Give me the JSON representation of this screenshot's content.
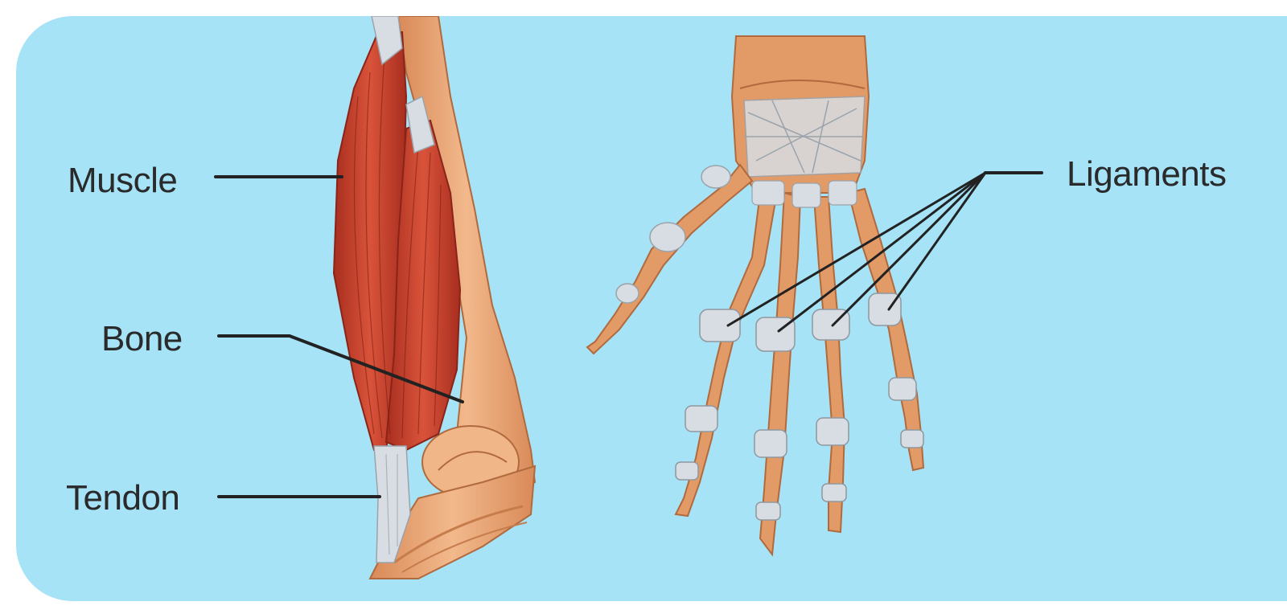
{
  "diagram": {
    "background_color": "#a6e3f7",
    "labels": {
      "muscle": "Muscle",
      "bone": "Bone",
      "tendon": "Tendon",
      "ligaments": "Ligaments"
    },
    "colors": {
      "muscle": "#c8452f",
      "bone": "#e8a070",
      "ligament": "#d7dde3",
      "leader_line": "#222222"
    }
  }
}
